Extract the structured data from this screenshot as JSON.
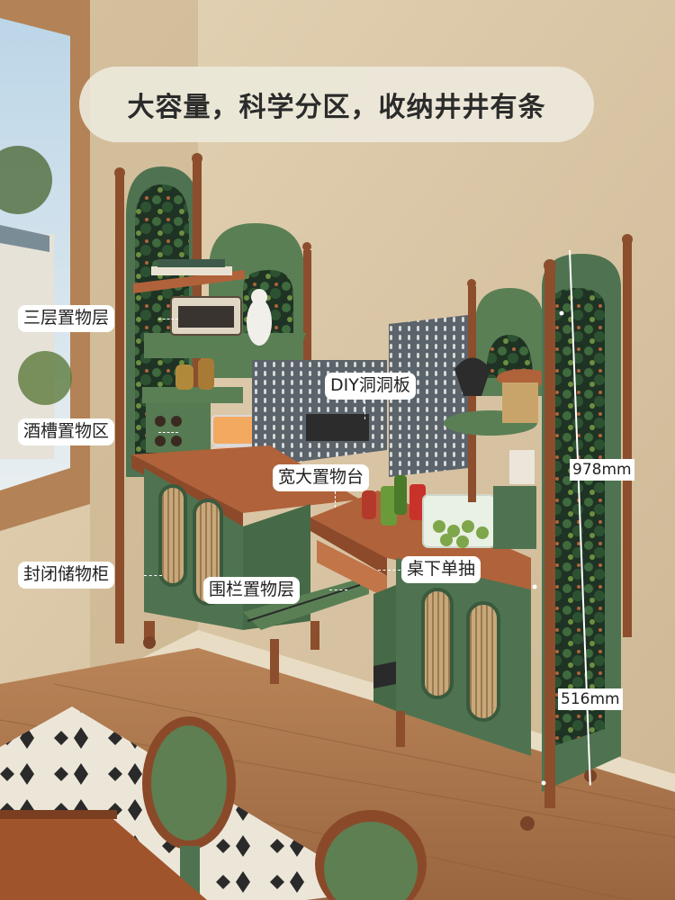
{
  "headline": "大容量，科学分区，收纳井井有条",
  "callouts": {
    "three_tier_shelf": "三层置物层",
    "diy_pegboard": "DIY洞洞板",
    "wine_slot_area": "酒槽置物区",
    "wide_countertop": "宽大置物台",
    "enclosed_cabinet": "封闭储物柜",
    "under_desk_drawer": "桌下单抽",
    "railed_shelf": "围栏置物层"
  },
  "dimensions": {
    "total_height": "978mm",
    "lower_height": "516mm"
  },
  "colors": {
    "cabinet_green": "#4f7350",
    "wood_top": "#b0623a",
    "wall": "#d6c2a2",
    "floor": "#b07a50"
  }
}
